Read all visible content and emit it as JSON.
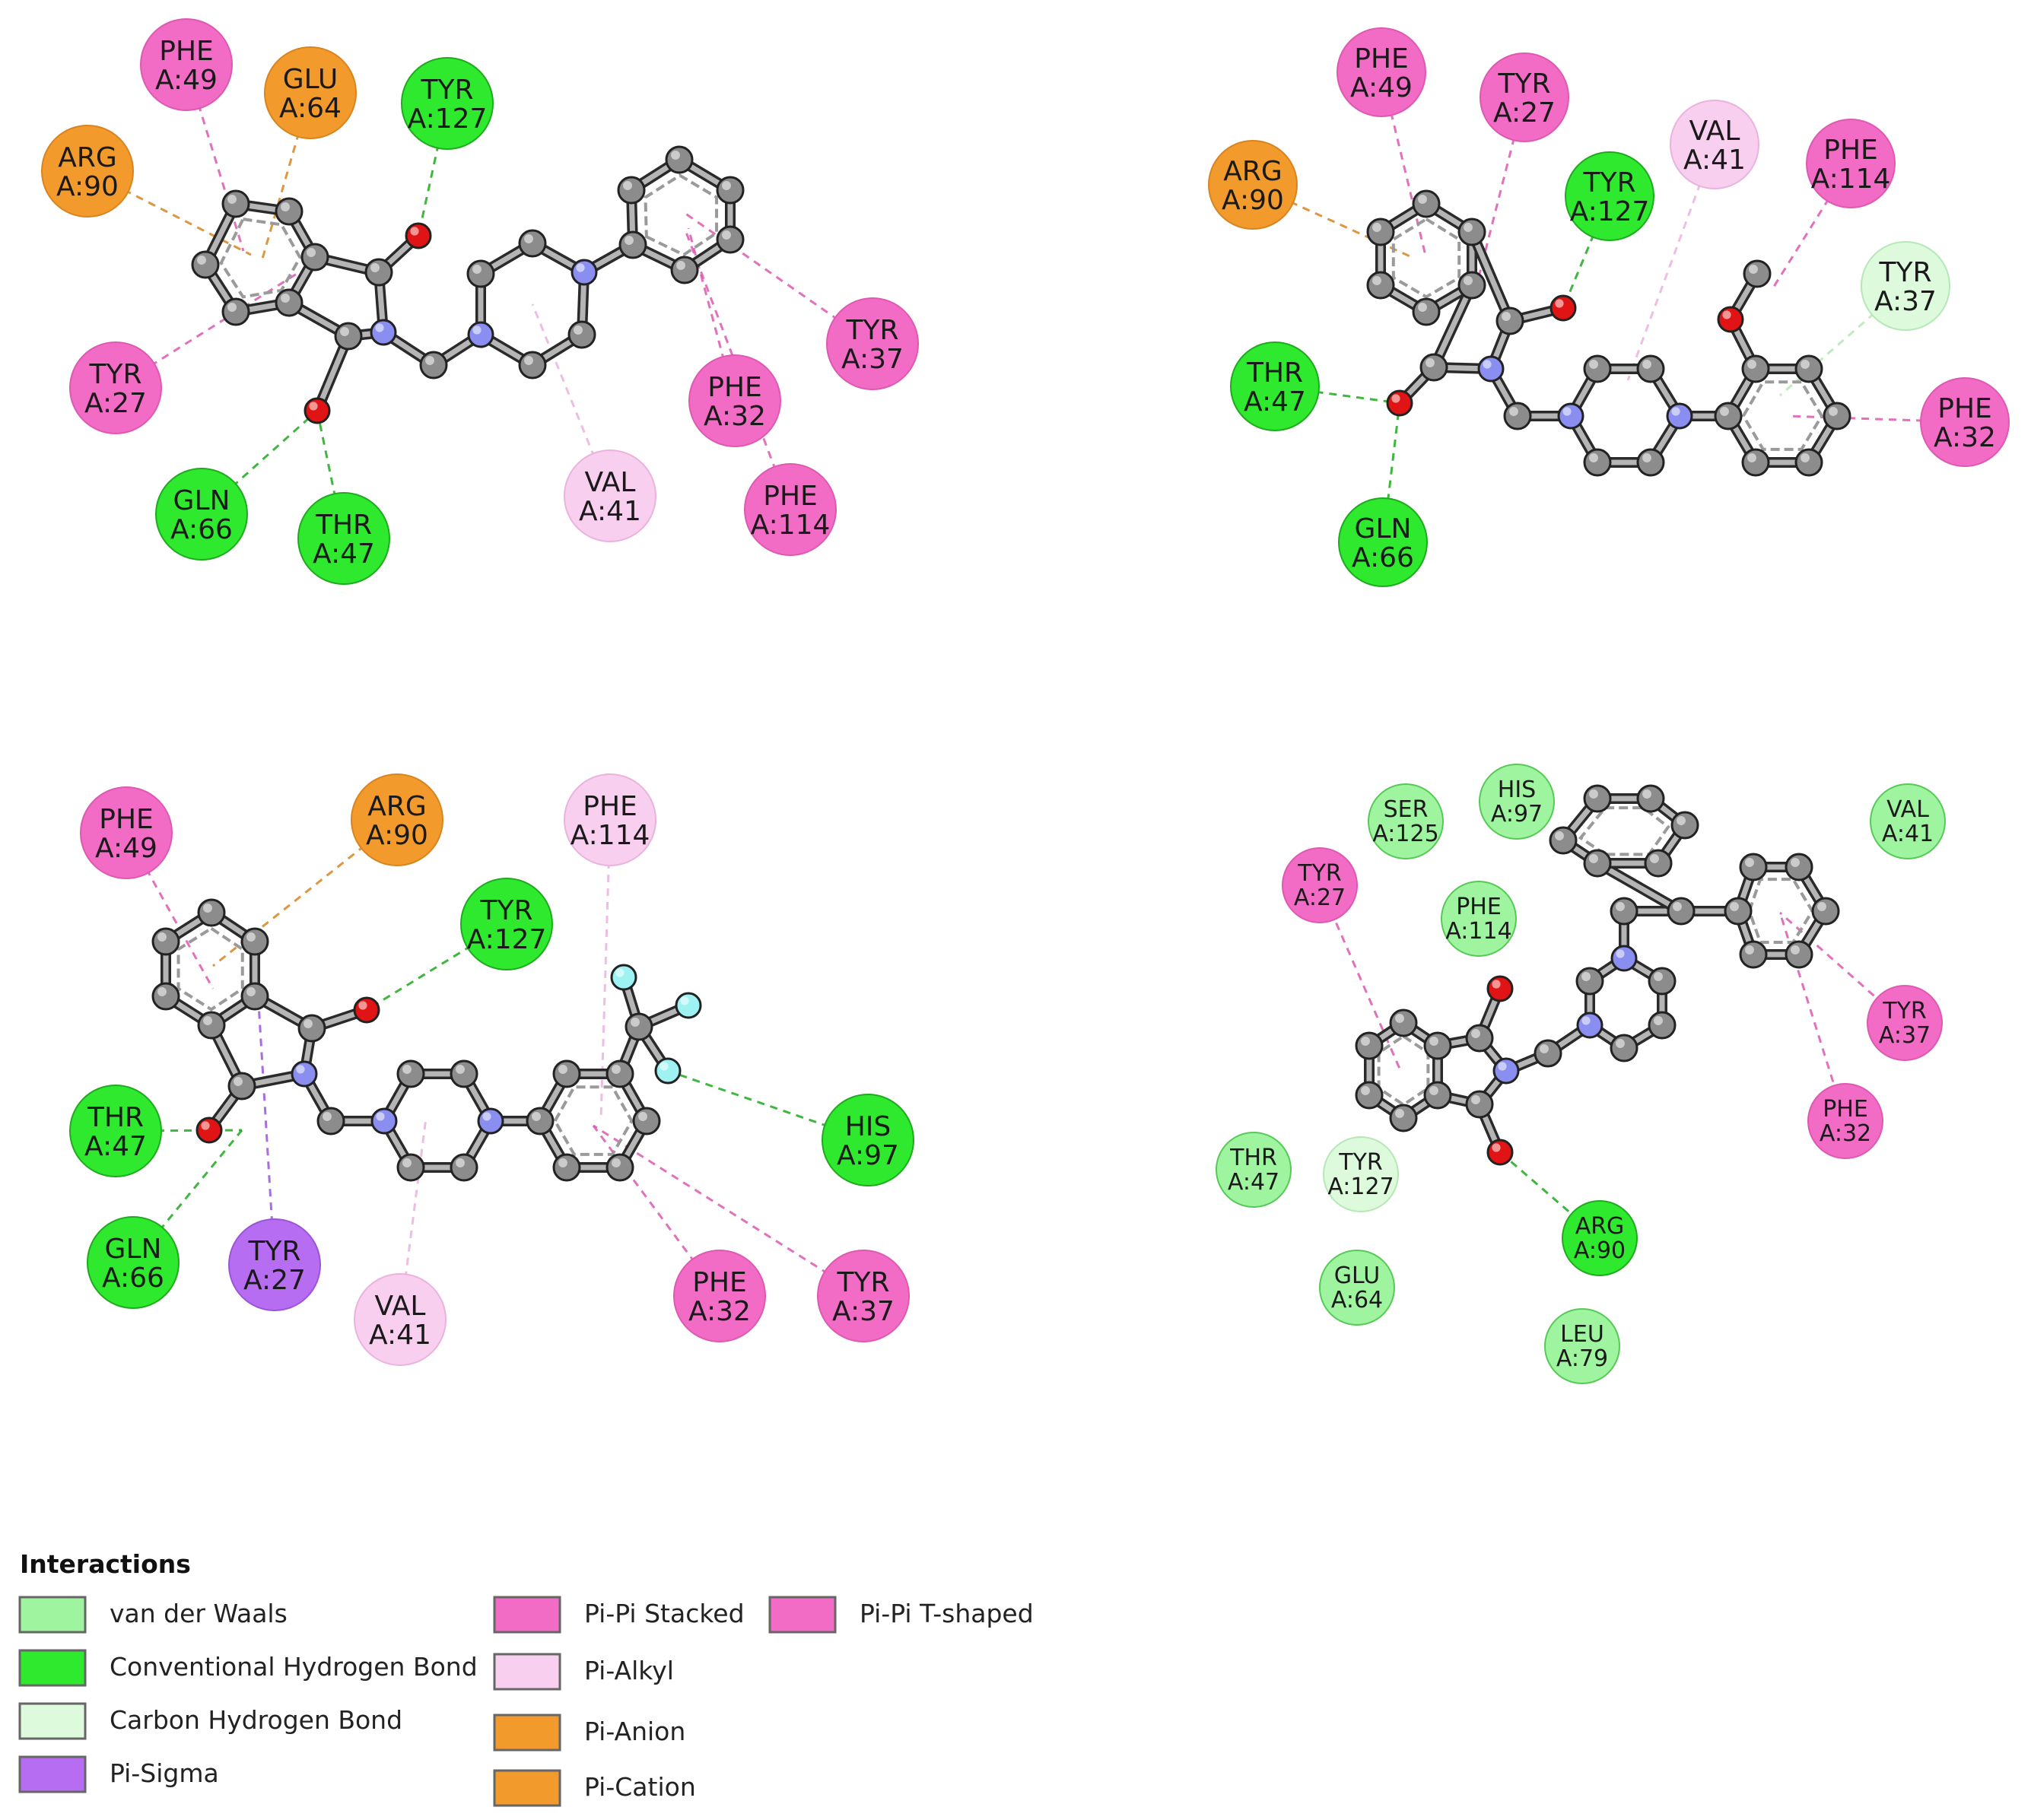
{
  "colors": {
    "vdw": "#9ff59f",
    "hbond": "#2ee92e",
    "chbond": "#ddfadd",
    "pisigma": "#b66df2",
    "pipi": "#f26bc4",
    "pialkyl": "#f9cff0",
    "pianion": "#f39a2c",
    "pication": "#f39a2c"
  },
  "legend": {
    "title": "Interactions",
    "items": [
      {
        "label": "van der Waals",
        "type": "vdw"
      },
      {
        "label": "Conventional Hydrogen Bond",
        "type": "hbond"
      },
      {
        "label": "Carbon Hydrogen Bond",
        "type": "chbond"
      },
      {
        "label": "Pi-Sigma",
        "type": "pisigma"
      },
      {
        "label": "Pi-Pi Stacked",
        "type": "pipi"
      },
      {
        "label": "Pi-Alkyl",
        "type": "pialkyl"
      },
      {
        "label": "Pi-Anion",
        "type": "pianion"
      },
      {
        "label": "Pi-Cation",
        "type": "pication"
      },
      {
        "label": "Pi-Pi T-shaped",
        "type": "pipi"
      }
    ]
  },
  "panels": [
    {
      "residues": [
        {
          "name": "PHE",
          "id": "A:49",
          "type": "pipi"
        },
        {
          "name": "GLU",
          "id": "A:64",
          "type": "pianion"
        },
        {
          "name": "TYR",
          "id": "A:127",
          "type": "hbond"
        },
        {
          "name": "ARG",
          "id": "A:90",
          "type": "pication"
        },
        {
          "name": "TYR",
          "id": "A:27",
          "type": "pipi"
        },
        {
          "name": "GLN",
          "id": "A:66",
          "type": "hbond"
        },
        {
          "name": "THR",
          "id": "A:47",
          "type": "hbond"
        },
        {
          "name": "VAL",
          "id": "A:41",
          "type": "pialkyl"
        },
        {
          "name": "PHE",
          "id": "A:32",
          "type": "pipi"
        },
        {
          "name": "TYR",
          "id": "A:37",
          "type": "pipi"
        },
        {
          "name": "PHE",
          "id": "A:114",
          "type": "pipi"
        }
      ]
    },
    {
      "residues": [
        {
          "name": "PHE",
          "id": "A:49",
          "type": "pipi"
        },
        {
          "name": "TYR",
          "id": "A:27",
          "type": "pipi"
        },
        {
          "name": "VAL",
          "id": "A:41",
          "type": "pialkyl"
        },
        {
          "name": "PHE",
          "id": "A:114",
          "type": "pipi"
        },
        {
          "name": "ARG",
          "id": "A:90",
          "type": "pication"
        },
        {
          "name": "TYR",
          "id": "A:127",
          "type": "hbond"
        },
        {
          "name": "TYR",
          "id": "A:37",
          "type": "chbond"
        },
        {
          "name": "THR",
          "id": "A:47",
          "type": "hbond"
        },
        {
          "name": "PHE",
          "id": "A:32",
          "type": "pipi"
        },
        {
          "name": "GLN",
          "id": "A:66",
          "type": "hbond"
        }
      ]
    },
    {
      "residues": [
        {
          "name": "PHE",
          "id": "A:49",
          "type": "pipi"
        },
        {
          "name": "ARG",
          "id": "A:90",
          "type": "pication"
        },
        {
          "name": "PHE",
          "id": "A:114",
          "type": "pialkyl"
        },
        {
          "name": "TYR",
          "id": "A:127",
          "type": "hbond"
        },
        {
          "name": "THR",
          "id": "A:47",
          "type": "hbond"
        },
        {
          "name": "HIS",
          "id": "A:97",
          "type": "hbond"
        },
        {
          "name": "GLN",
          "id": "A:66",
          "type": "hbond"
        },
        {
          "name": "TYR",
          "id": "A:27",
          "type": "pisigma"
        },
        {
          "name": "VAL",
          "id": "A:41",
          "type": "pialkyl"
        },
        {
          "name": "PHE",
          "id": "A:32",
          "type": "pipi"
        },
        {
          "name": "TYR",
          "id": "A:37",
          "type": "pipi"
        }
      ]
    },
    {
      "residues": [
        {
          "name": "SER",
          "id": "A:125",
          "type": "vdw"
        },
        {
          "name": "HIS",
          "id": "A:97",
          "type": "vdw"
        },
        {
          "name": "VAL",
          "id": "A:41",
          "type": "vdw"
        },
        {
          "name": "TYR",
          "id": "A:27",
          "type": "pipi"
        },
        {
          "name": "PHE",
          "id": "A:114",
          "type": "vdw"
        },
        {
          "name": "TYR",
          "id": "A:37",
          "type": "pipi"
        },
        {
          "name": "PHE",
          "id": "A:32",
          "type": "pipi"
        },
        {
          "name": "THR",
          "id": "A:47",
          "type": "vdw"
        },
        {
          "name": "TYR",
          "id": "A:127",
          "type": "chbond"
        },
        {
          "name": "ARG",
          "id": "A:90",
          "type": "hbond"
        },
        {
          "name": "GLU",
          "id": "A:64",
          "type": "vdw"
        },
        {
          "name": "LEU",
          "id": "A:79",
          "type": "vdw"
        }
      ]
    }
  ]
}
